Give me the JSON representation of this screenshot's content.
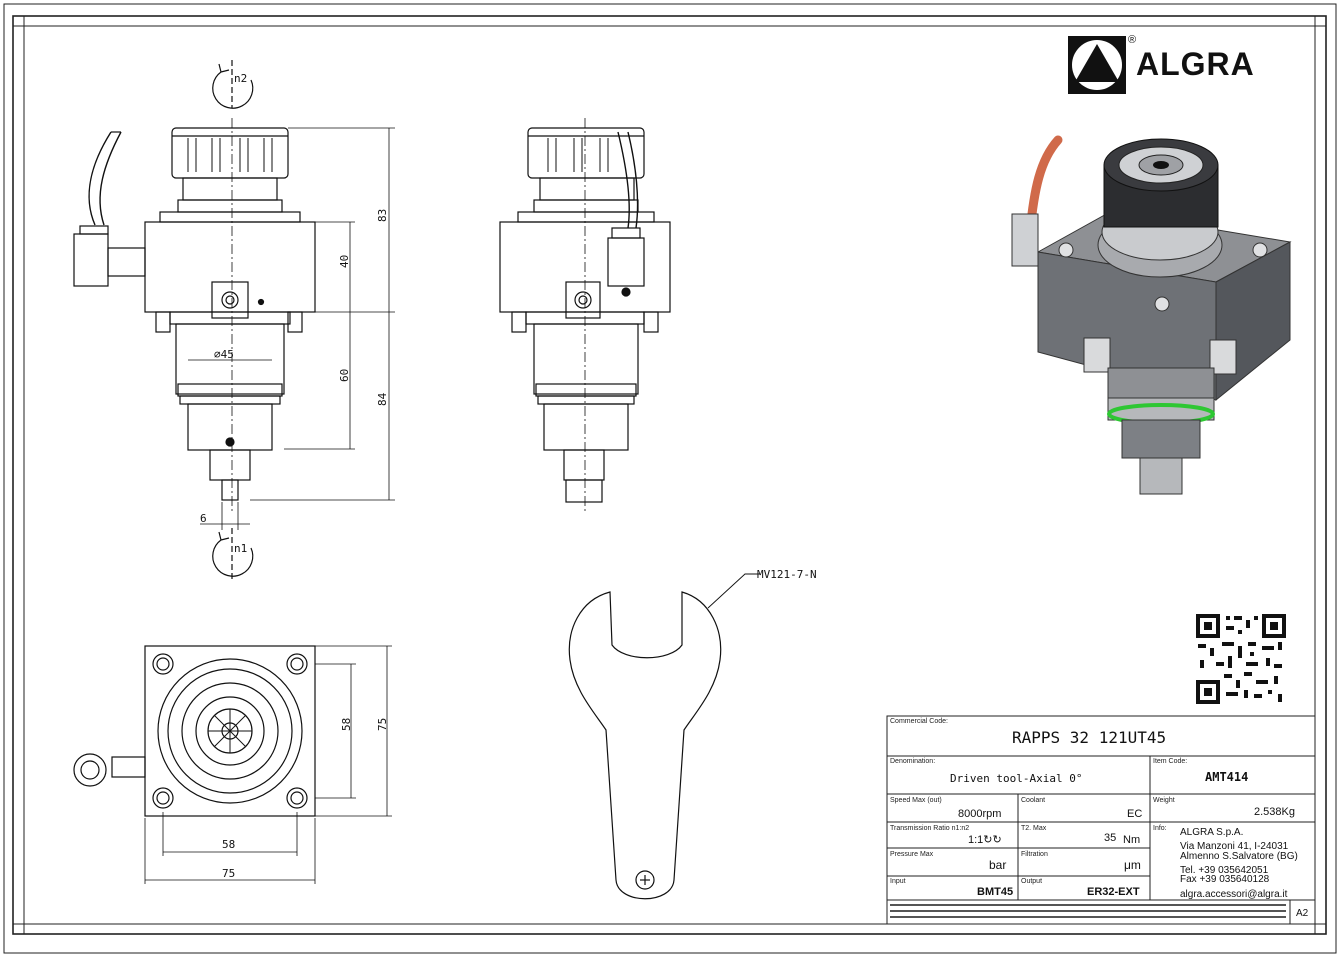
{
  "logo": {
    "brand": "ALGRA",
    "registered": "®"
  },
  "views": {
    "n2_label": "n2",
    "n1_label": "n1",
    "dimensions_front": {
      "d83": "83",
      "d40": "40",
      "d60": "60",
      "d84": "84",
      "d6": "6",
      "diameter": "⌀45"
    },
    "dimensions_bottom": {
      "w58": "58",
      "w75": "75",
      "h58": "58",
      "h75": "75"
    },
    "wrench_callout": "MV121-7-N"
  },
  "title_block": {
    "commercial_code_label": "Commercial Code:",
    "commercial_code": "RAPPS 32 121UT45",
    "denomination_label": "Denomination:",
    "denomination": "Driven tool-Axial 0°",
    "item_code_label": "Item Code:",
    "item_code": "AMT414",
    "speed_label": "Speed Max (out)",
    "speed": "8000rpm",
    "coolant_label": "Coolant",
    "coolant": "EC",
    "weight_label": "Weight",
    "weight": "2.538Kg",
    "ratio_label": "Transmission Ratio n1:n2",
    "ratio": "1:1↻↻",
    "torque_label": "T2. Max",
    "torque_value": "35",
    "torque_unit": "Nm",
    "info_label": "Info:",
    "pressure_label": "Pressure Max",
    "pressure": "bar",
    "filtration_label": "Filtration",
    "filtration": "μm",
    "input_label": "Input",
    "input": "BMT45",
    "output_label": "Output",
    "output": "ER32-EXT",
    "company": "ALGRA S.p.A.",
    "address1": "Via Manzoni 41, I-24031",
    "address2": "Almenno S.Salvatore (BG)",
    "tel": "Tel. +39 035642051",
    "fax": "Fax +39 035640128",
    "email": "algra.accessori@algra.it",
    "sheet_size": "A2"
  }
}
